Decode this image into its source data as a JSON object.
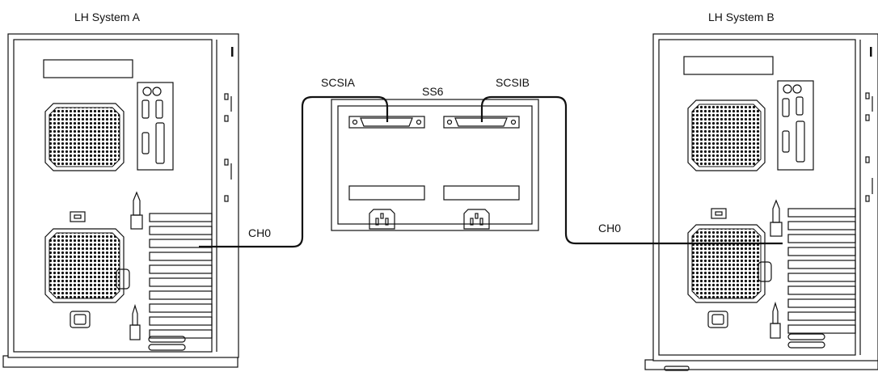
{
  "labels": {
    "system_a": "LH System A",
    "system_b": "LH System B",
    "storage": "SS6",
    "port_a": "SCSIA",
    "port_b": "SCSIB",
    "channel_a": "CH0",
    "channel_b": "CH0"
  }
}
